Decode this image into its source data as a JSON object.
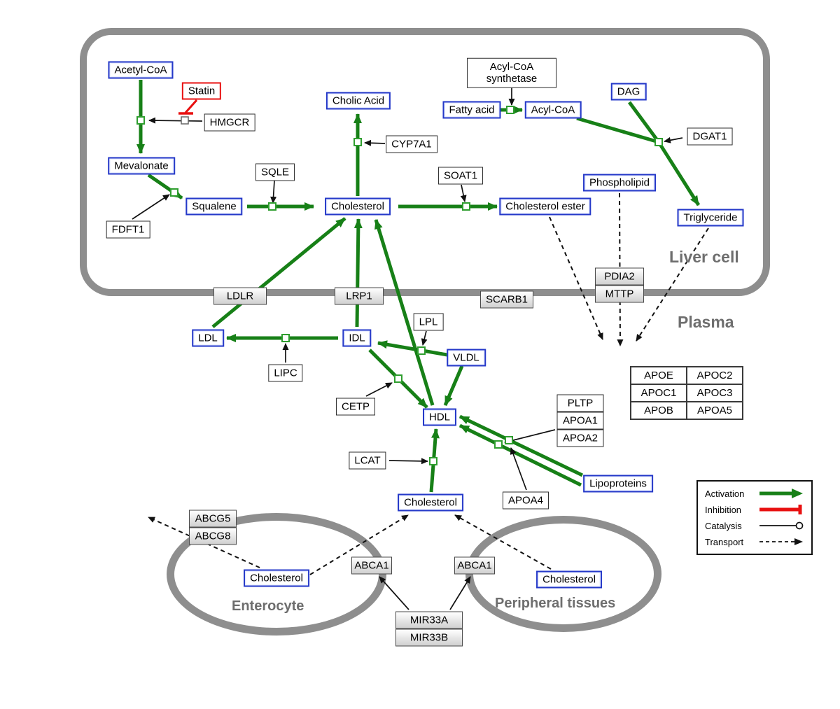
{
  "diagram": {
    "regions": {
      "liver": "Liver cell",
      "plasma": "Plasma",
      "enterocyte": "Enterocyte",
      "peripheral": "Peripheral tissues"
    },
    "nodes": {
      "acetyl_coa": "Acetyl-CoA",
      "statin": "Statin",
      "hmgcr": "HMGCR",
      "mevalonate": "Mevalonate",
      "fdft1": "FDFT1",
      "squalene": "Squalene",
      "sqle": "SQLE",
      "cholic_acid": "Cholic Acid",
      "cyp7a1": "CYP7A1",
      "cholesterol_liver": "Cholesterol",
      "soat1": "SOAT1",
      "cholesterol_ester": "Cholesterol ester",
      "acyl_coa_synthetase": "Acyl-CoA synthetase",
      "fatty_acid": "Fatty acid",
      "acyl_coa": "Acyl-CoA",
      "dag": "DAG",
      "dgat1": "DGAT1",
      "phospholipid": "Phospholipid",
      "triglyceride": "Triglyceride",
      "ldlr": "LDLR",
      "lrp1": "LRP1",
      "scarb1": "SCARB1",
      "pdia2": "PDIA2",
      "mttp": "MTTP",
      "ldl": "LDL",
      "idl": "IDL",
      "lipc": "LIPC",
      "lpl": "LPL",
      "vldl": "VLDL",
      "cetp": "CETP",
      "hdl": "HDL",
      "lcat": "LCAT",
      "pltp": "PLTP",
      "apoa1": "APOA1",
      "apoa2": "APOA2",
      "apoa4": "APOA4",
      "lipoproteins": "Lipoproteins",
      "cholesterol_plasma": "Cholesterol",
      "abcg5": "ABCG5",
      "abcg8": "ABCG8",
      "cholesterol_enterocyte": "Cholesterol",
      "abca1_left": "ABCA1",
      "abca1_right": "ABCA1",
      "cholesterol_peripheral": "Cholesterol",
      "mir33a": "MIR33A",
      "mir33b": "MIR33B"
    },
    "apo_table": [
      [
        "APOE",
        "APOC2"
      ],
      [
        "APOC1",
        "APOC3"
      ],
      [
        "APOB",
        "APOA5"
      ]
    ],
    "legend": {
      "activation": "Activation",
      "inhibition": "Inhibition",
      "catalysis": "Catalysis",
      "transport": "Transport"
    },
    "colors": {
      "activation_green": "#178017",
      "inhibition_red": "#e81010",
      "entity_blue": "#2438c8",
      "membrane_gray": "#8e8e8e"
    }
  }
}
